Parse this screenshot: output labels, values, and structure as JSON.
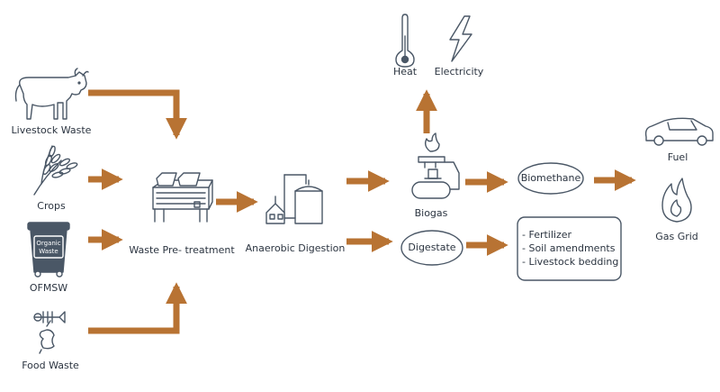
{
  "inputs": {
    "livestock": "Livestock Waste",
    "crops": "Crops",
    "ofmsw": "OFMSW",
    "bin_text": "Organic Waste",
    "food": "Food Waste"
  },
  "process": {
    "pretreatment": "Waste Pre- treatment",
    "digestion": "Anaerobic Digestion"
  },
  "outputs": {
    "heat": "Heat",
    "electricity": "Electricity",
    "biogas": "Biogas",
    "biomethane": "Biomethane",
    "digestate": "Digestate",
    "digestate_uses": [
      "- Fertilizer",
      "- Soil amendments",
      "- Livestock bedding"
    ],
    "fuel": "Fuel",
    "gas_grid": "Gas Grid"
  },
  "colors": {
    "arrow": "#b87333",
    "stroke": "#4a5766",
    "text": "#2b3440"
  }
}
